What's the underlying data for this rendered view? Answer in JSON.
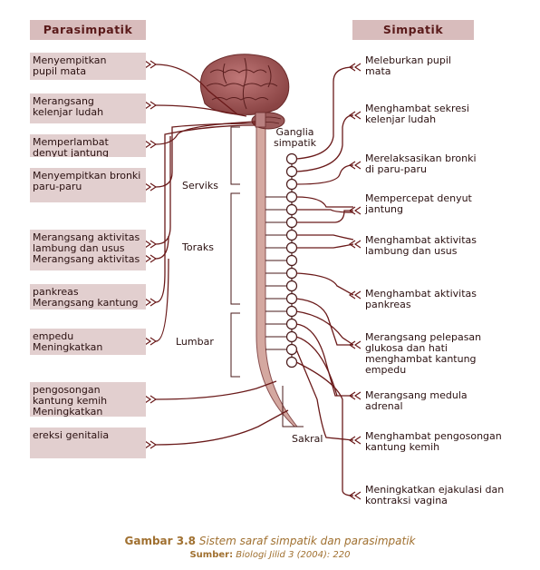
{
  "headers": {
    "left": "Parasimpatik",
    "right": "Simpatik"
  },
  "left_boxes": [
    {
      "text": "Menyempitkan\npupil mata"
    },
    {
      "text": "Merangsang\nkelenjar ludah"
    },
    {
      "text": "Memperlambat\ndenyut jantung"
    },
    {
      "text": "Menyempitkan bronki\nparu-paru"
    },
    {
      "text": "Merangsang aktivitas\nlambung dan usus\nMerangsang aktivitas"
    },
    {
      "text": "pankreas\nMerangsang kantung"
    },
    {
      "text": "empedu\nMeningkatkan"
    },
    {
      "text": "pengosongan\nkantung kemih\nMeningkatkan"
    },
    {
      "text": "ereksi genitalia"
    }
  ],
  "right_labels": [
    {
      "text": "Meleburkan pupil\nmata"
    },
    {
      "text": "Menghambat sekresi\nkelenjar ludah"
    },
    {
      "text": "Merelaksasikan bronki\ndi paru-paru"
    },
    {
      "text": "Mempercepat denyut\njantung"
    },
    {
      "text": "Menghambat aktivitas\nlambung dan usus"
    },
    {
      "text": "Menghambat aktivitas\npankreas"
    },
    {
      "text": "Merangsang pelepasan\nglukosa dan hati\nmenghambat kantung\nempedu"
    },
    {
      "text": "Merangsang medula\nadrenal"
    },
    {
      "text": "Menghambat pengosongan\nkantung kemih"
    },
    {
      "text": "Meningkatkan ejakulasi dan\nkontraksi vagina"
    }
  ],
  "center_labels": {
    "ganglia": "Ganglia\nsimpatik",
    "serviks": "Serviks",
    "toraks": "Toraks",
    "lumbar": "Lumbar",
    "sakral": "Sakral"
  },
  "caption": {
    "figure": "Gambar 3.8",
    "title": "Sistem saraf simpatik dan parasimpatik",
    "source_label": "Sumber:",
    "source": "Biologi Jilid 3 (2004): 220"
  },
  "colors": {
    "header_bg": "#d8bcbc",
    "box_bg": "#e2cfcf",
    "brain": "#a25858",
    "spine": "#d4a8a0",
    "line": "#6a1a1a",
    "caption": "#a07030"
  }
}
